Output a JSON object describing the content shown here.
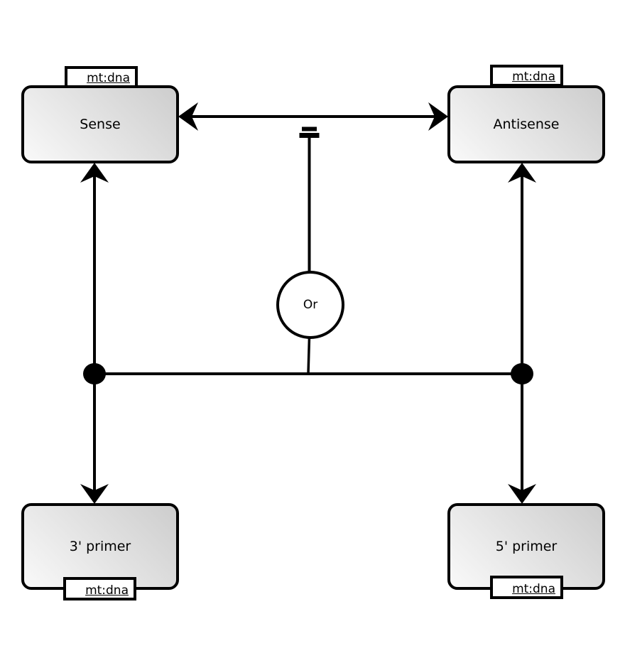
{
  "diagram": {
    "nodes": {
      "sense": {
        "label": "Sense",
        "tag_label": "mt:dna"
      },
      "antisense": {
        "label": "Antisense",
        "tag_label": "mt:dna"
      },
      "primer_3": {
        "label": "3' primer",
        "tag_label": "mt:dna"
      },
      "primer_5": {
        "label": "5' primer",
        "tag_label": "mt:dna"
      }
    },
    "operator": {
      "label": "Or"
    },
    "edges": [
      {
        "between": [
          "sense",
          "antisense"
        ],
        "style": "double-headed-barbed-arrow"
      },
      {
        "from": "or-operator",
        "to": "sense-antisense-arrow",
        "style": "line-ending-in-double-bar"
      },
      {
        "between": [
          "sense",
          "primer_3"
        ],
        "style": "vertical-line-arrowheads-both-ends-with-junction-dot"
      },
      {
        "between": [
          "antisense",
          "primer_5"
        ],
        "style": "vertical-line-arrowheads-both-ends-with-junction-dot"
      },
      {
        "between": [
          "junction-dot-left",
          "junction-dot-right"
        ],
        "style": "horizontal-line-through-or-branch"
      }
    ],
    "colors": {
      "stroke": "#000000",
      "node_fill_gradient_start": "#f9f9f9",
      "node_fill_gradient_end": "#cdcdcd",
      "tag_fill": "#ffffff",
      "operator_fill": "#ffffff",
      "canvas_background": "#ffffff"
    }
  }
}
